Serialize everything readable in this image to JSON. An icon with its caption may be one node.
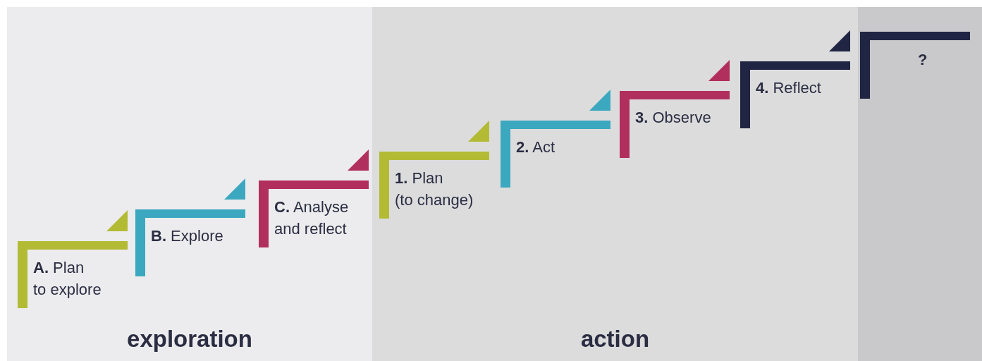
{
  "diagram": {
    "nodes": [
      {
        "text": [
          "exploration"
        ]
      },
      {
        "text": [
          "**A.** Plan to explore"
        ],
        "in": 0
      },
      {
        "text": [
          "**B.** Explore"
        ],
        "in": 0
      },
      {
        "text": [
          "**C.** Analyse and reflect"
        ],
        "in": 0
      },
      {
        "text": [
          "action"
        ]
      },
      {
        "text": [
          "**1.** Plan (to change)"
        ],
        "in": 4
      },
      {
        "text": [
          "**2.** Act"
        ],
        "in": 4
      },
      {
        "text": [
          "**3.** Observe"
        ],
        "in": 4
      },
      {
        "text": [
          "**4.** Reflect"
        ],
        "in": 4
      },
      {
        "text": [],
        "shape": "box"
      },
      {
        "text": [
          "?"
        ],
        "in": 9
      }
    ],
    "edges": []
  }
}
